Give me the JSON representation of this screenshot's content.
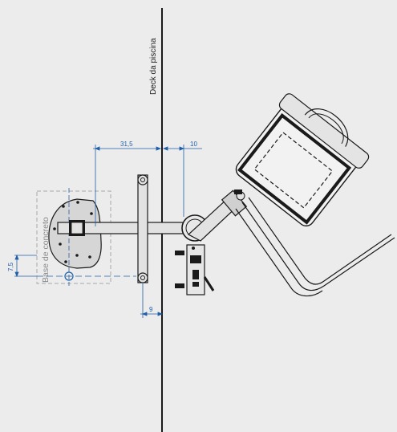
{
  "labels": {
    "deck": "Deck  da piscina",
    "base": "Base de concreto"
  },
  "dimensions": {
    "d1": "31,5",
    "d2": "10",
    "d3": "9",
    "d4": "7,5"
  },
  "colors": {
    "background": "#ececec",
    "line": "#1a1a1a",
    "dimension": "#1f5fa8",
    "base_outline": "#a8a8a8"
  }
}
